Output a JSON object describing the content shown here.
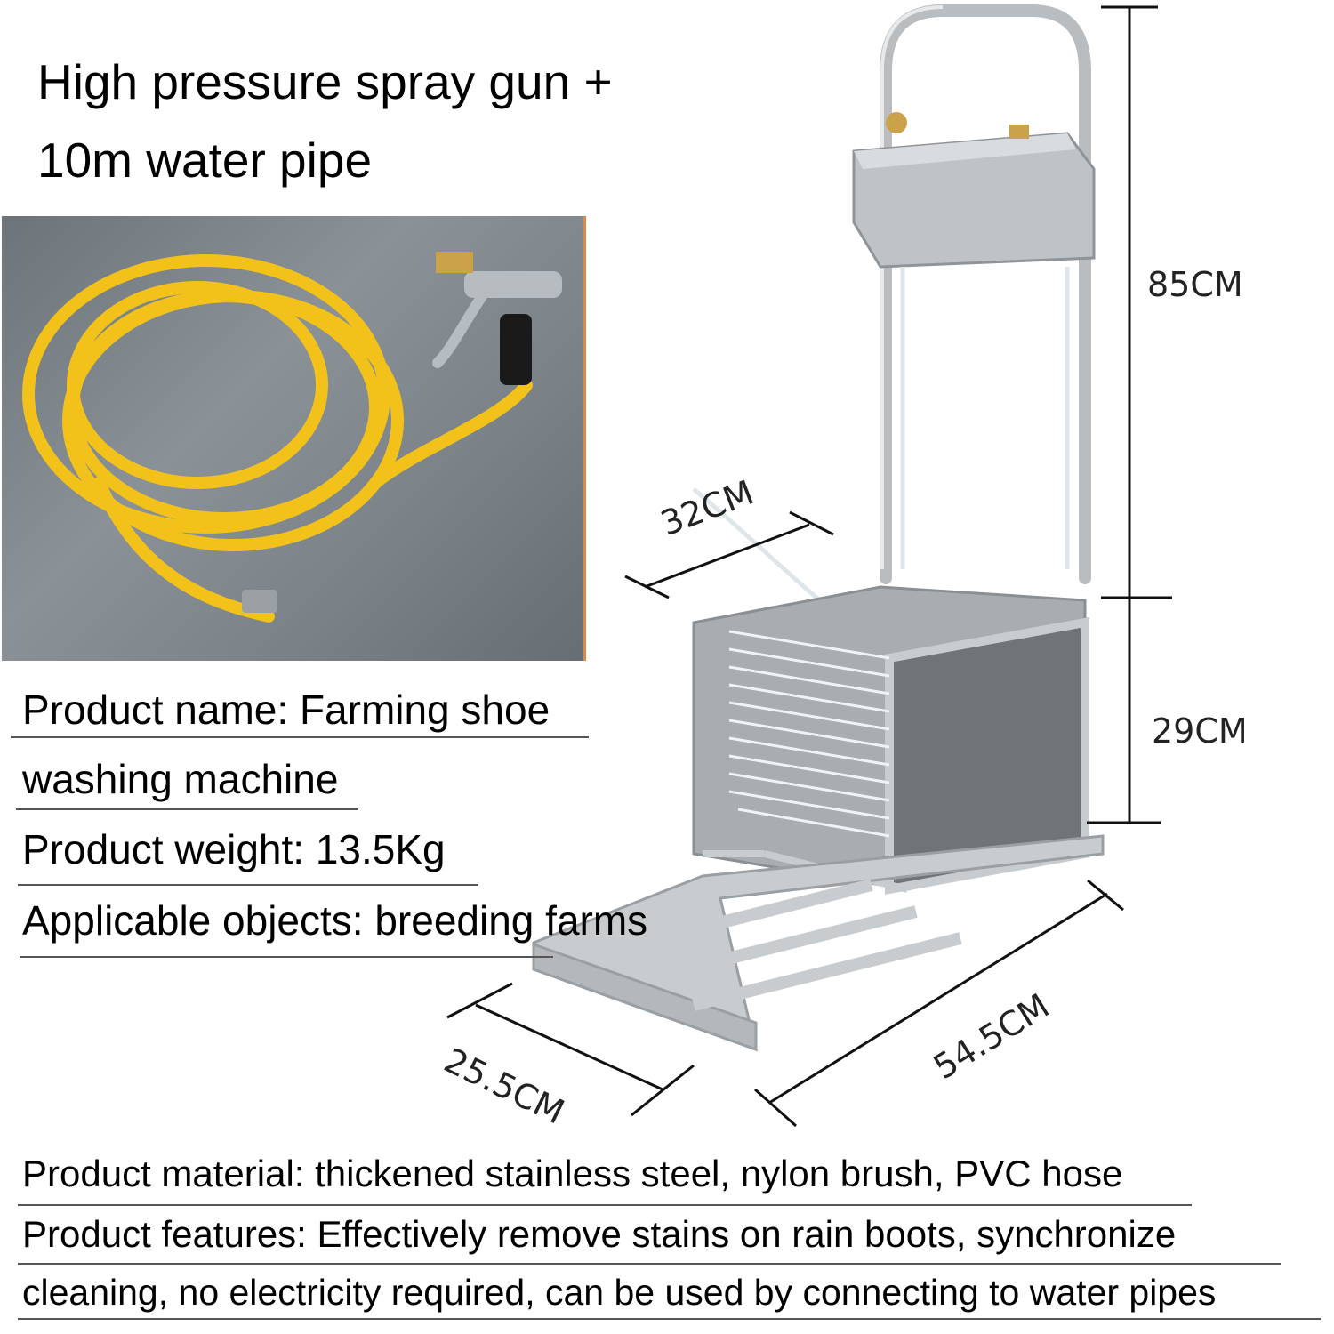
{
  "headline": {
    "line1": "High pressure spray gun +",
    "line2": "10m water pipe"
  },
  "specs": {
    "name_line1": "Product name: Farming shoe",
    "name_line2": "washing machine",
    "weight": "Product weight: 13.5Kg",
    "objects": "Applicable objects: breeding farms",
    "material": "Product material: thickened stainless steel, nylon brush, PVC hose",
    "features_line1": "Product features: Effectively remove stains on rain boots, synchronize",
    "features_line2": "cleaning, no electricity required, can be used by connecting to water pipes"
  },
  "dimensions": {
    "total_height": "85CM",
    "box_height": "29CM",
    "box_depth": "32CM",
    "base_width": "25.5CM",
    "base_length": "54.5CM"
  },
  "colors": {
    "hose": "#f2c21a",
    "steel": "#c9ccce",
    "bristle": "#eef3f6",
    "photo_border": "#d88a4a"
  }
}
